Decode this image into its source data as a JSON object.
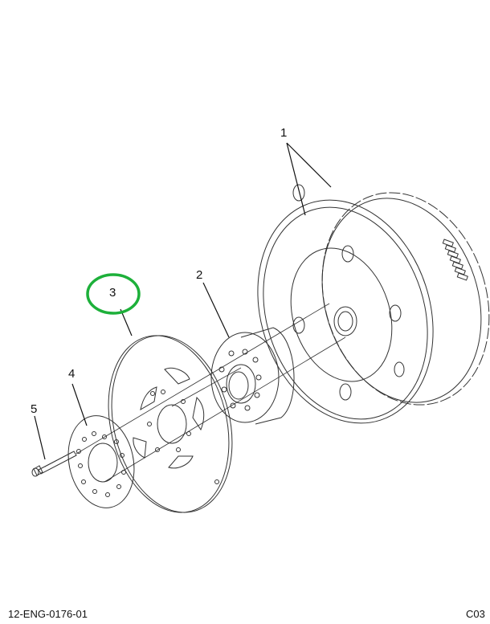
{
  "diagram": {
    "callouts": [
      {
        "id": "1",
        "label": "1",
        "part": "flywheel"
      },
      {
        "id": "2",
        "label": "2",
        "part": "spacer"
      },
      {
        "id": "3",
        "label": "3",
        "part": "flex-plate",
        "highlighted": true
      },
      {
        "id": "4",
        "label": "4",
        "part": "reinforcement-plate"
      },
      {
        "id": "5",
        "label": "5",
        "part": "bolt"
      }
    ],
    "highlight_color": "#1db03a"
  },
  "footer": {
    "drawing_number": "12-ENG-0176-01",
    "page_code": "C03"
  }
}
